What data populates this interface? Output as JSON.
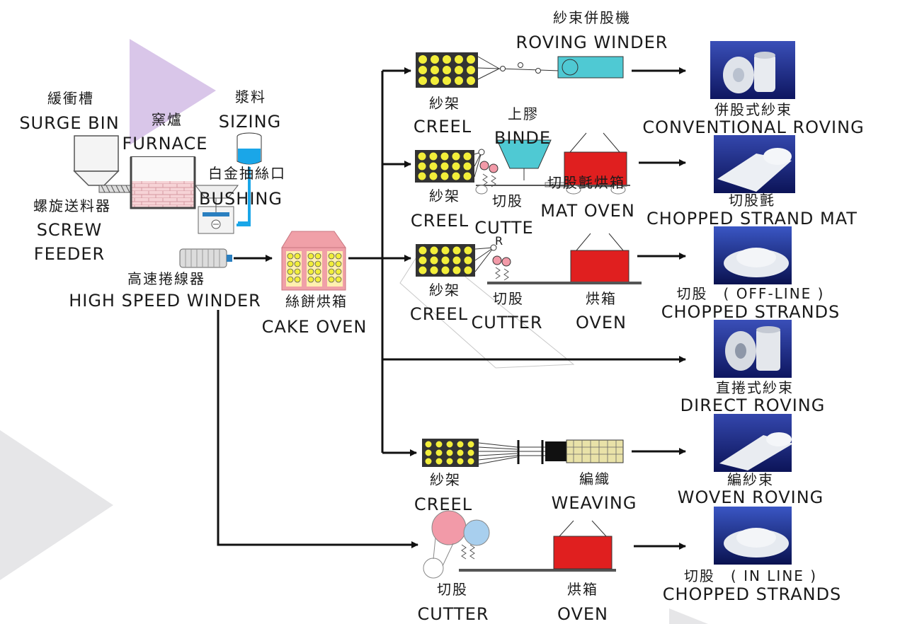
{
  "surge_bin": {
    "zh": "緩衝槽",
    "en": "SURGE BIN"
  },
  "furnace": {
    "zh": "窯爐",
    "en": "FURNACE"
  },
  "sizing": {
    "zh": "漿料",
    "en": "SIZING"
  },
  "bushing": {
    "zh": "白金抽絲口",
    "en": "BUSHING"
  },
  "screw_feeder": {
    "zh": "螺旋送料器",
    "en_1": "SCREW",
    "en_2": "FEEDER"
  },
  "high_speed_winder": {
    "zh": "高速捲線器",
    "en": "HIGH SPEED WINDER"
  },
  "cake_oven": {
    "zh": "絲餅烘箱",
    "en": "CAKE OVEN"
  },
  "roving_winder": {
    "zh": "紗束併股機",
    "en": "ROVING WINDER"
  },
  "creel_1": {
    "zh": "紗架",
    "en": "CREEL"
  },
  "creel_2": {
    "zh": "紗架",
    "en": "CREEL"
  },
  "creel_3": {
    "zh": "紗架",
    "en": "CREEL"
  },
  "creel_4": {
    "zh": "紗架",
    "en": "CREEL"
  },
  "binder": {
    "zh": "上膠",
    "en": "BINDE"
  },
  "mat_oven": {
    "zh": "切股氈烘箱",
    "en": "MAT OVEN"
  },
  "cutter_mat": {
    "zh": "切股",
    "en": "CUTTE"
  },
  "cutter_offline": {
    "zh": "切股",
    "en": "CUTTER",
    "mark": "R"
  },
  "oven_offline": {
    "zh": "烘箱",
    "en": "OVEN"
  },
  "weaving": {
    "zh": "編織",
    "en": "WEAVING"
  },
  "cutter_inline": {
    "zh": "切股",
    "en": "CUTTER"
  },
  "oven_inline": {
    "zh": "烘箱",
    "en": "OVEN"
  },
  "products": {
    "conventional_roving": {
      "zh": "併股式紗束",
      "en": "CONVENTIONAL ROVING"
    },
    "chopped_strand_mat": {
      "zh": "切股氈",
      "en": "CHOPPED STRAND MAT"
    },
    "chopped_offline": {
      "zh": "切股　( OFF-LINE )",
      "en": "CHOPPED STRANDS"
    },
    "direct_roving": {
      "zh": "直捲式紗束",
      "en": "DIRECT ROVING"
    },
    "woven_roving": {
      "zh": "編紗束",
      "en": "WOVEN ROVING"
    },
    "chopped_inline": {
      "zh": "切股　( IN LINE )",
      "en": "CHOPPED STRANDS"
    }
  },
  "colors": {
    "creel_fill": "#f2ee3a",
    "creel_frame": "#333333",
    "roving_winder": "#4fc9d3",
    "binder": "#4fc9d3",
    "oven_red": "#e01f1f",
    "cake_oven": "#f0a0a8",
    "sizing_blue": "#1aa6e8",
    "bg_triangle_purple": "#d9c6e9",
    "bg_triangle_gray": "#e6e6e8",
    "cutter_pink": "#f29aa8",
    "cutter_blue": "#a8cfee"
  }
}
